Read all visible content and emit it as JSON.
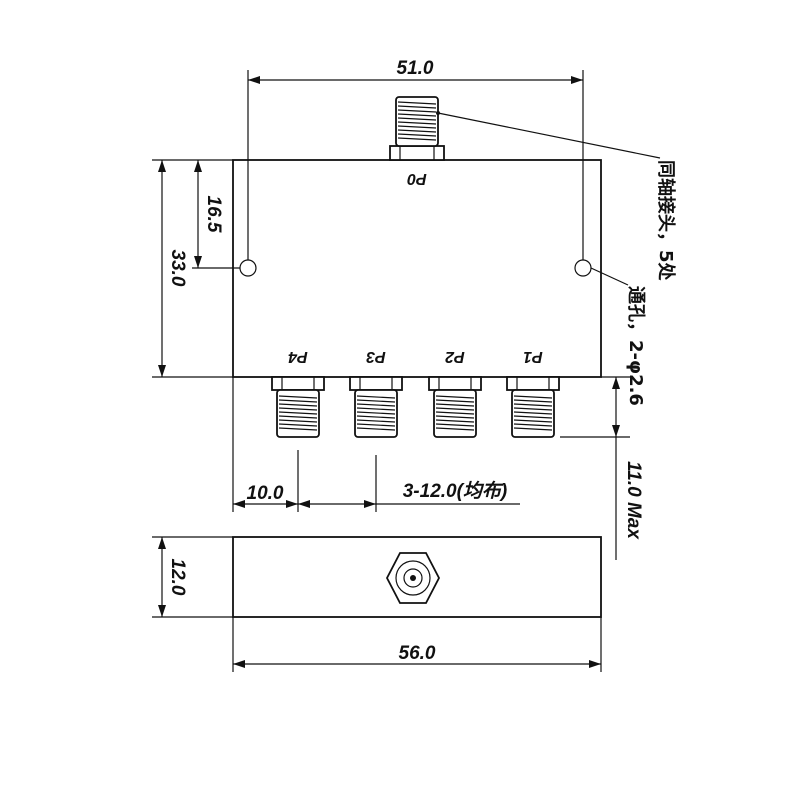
{
  "dimensions": {
    "width_top": "51.0",
    "height_to_hole": "16.5",
    "height_total": "33.0",
    "connector_length": "11.0 Max",
    "edge_to_port": "10.0",
    "port_spacing": "3-12.0(均布)",
    "thickness": "12.0",
    "width_total": "56.0"
  },
  "ports": {
    "input": "P0",
    "outputs": [
      "P4",
      "P3",
      "P2",
      "P1"
    ]
  },
  "notes": {
    "connector": "同轴接头，5处",
    "holes": "通孔，2-φ2.6"
  }
}
